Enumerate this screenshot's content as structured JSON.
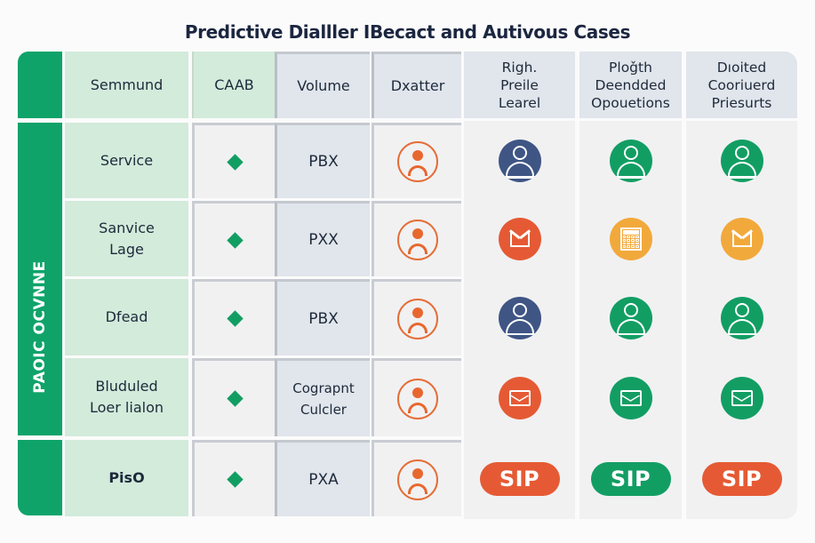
{
  "title": "Predictive Dialller IBecact and Autivous Cases",
  "sidebar": {
    "label": "PAOIC OCVNNE",
    "color": "#0fa36a"
  },
  "colors": {
    "green": "#129e63",
    "navy": "#3f5584",
    "orange_red": "#e55a34",
    "amber": "#f2a93b",
    "face_orange": "#e8672f"
  },
  "headers": [
    {
      "key": "semmund",
      "label": "Semmund"
    },
    {
      "key": "caab",
      "label": "CAAB"
    },
    {
      "key": "volume",
      "label": "Volume"
    },
    {
      "key": "dxatter",
      "label": "Dxatter"
    },
    {
      "key": "righ",
      "label": "Righ.\nPreile\nLearel"
    },
    {
      "key": "plogth",
      "label": "Ploǧth\nDeendded\nOpouetions"
    },
    {
      "key": "dioited",
      "label": "Dıoited\nCooriuerd\nPriesurts"
    }
  ],
  "rows": [
    {
      "name": "Service",
      "caab": "diamond-icon",
      "volume": "PBX",
      "dxatter": "user-face-icon",
      "c5": {
        "icon": "user-icon",
        "color": "#3f5584"
      },
      "c6": {
        "icon": "user-icon",
        "color": "#129e63"
      },
      "c7": {
        "icon": "user-icon",
        "color": "#129e63"
      }
    },
    {
      "name": "Sanvice\nLage",
      "caab": "diamond-icon",
      "volume": "PXX",
      "dxatter": "user-face-icon",
      "c5": {
        "icon": "mail-icon",
        "color": "#e55a34"
      },
      "c6": {
        "icon": "calendar-icon",
        "color": "#f2a93b"
      },
      "c7": {
        "icon": "mail-icon",
        "color": "#f2a93b"
      }
    },
    {
      "name": "Dfead",
      "caab": "diamond-icon",
      "volume": "PBX",
      "dxatter": "user-face-icon",
      "c5": {
        "icon": "user-icon",
        "color": "#3f5584"
      },
      "c6": {
        "icon": "user-icon",
        "color": "#129e63"
      },
      "c7": {
        "icon": "user-icon",
        "color": "#129e63"
      }
    },
    {
      "name": "Bluduled\nLoer lialon",
      "caab": "diamond-icon",
      "volume": "Cograpnt\nCulcler",
      "dxatter": "user-face-icon",
      "c5": {
        "icon": "envelope-icon",
        "color": "#e55a34"
      },
      "c6": {
        "icon": "envelope-icon",
        "color": "#129e63"
      },
      "c7": {
        "icon": "envelope-icon",
        "color": "#129e63"
      }
    },
    {
      "name": "PisO",
      "caab": "diamond-icon",
      "volume": "PXA",
      "dxatter": "user-face-icon",
      "c5": {
        "badge": "SIP",
        "color": "#e55a34"
      },
      "c6": {
        "badge": "SIP",
        "color": "#129e63"
      },
      "c7": {
        "badge": "SIP",
        "color": "#e55a34"
      }
    }
  ]
}
